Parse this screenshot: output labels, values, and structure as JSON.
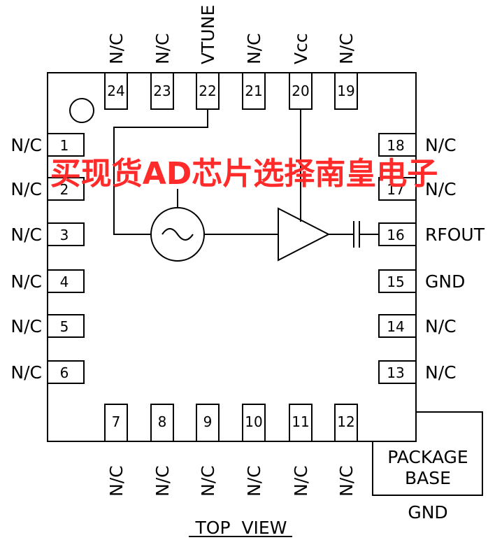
{
  "pins_top": [
    {
      "num": "24",
      "name": "N/C"
    },
    {
      "num": "23",
      "name": "N/C"
    },
    {
      "num": "22",
      "name": "VTUNE"
    },
    {
      "num": "21",
      "name": "N/C"
    },
    {
      "num": "20",
      "name": "Vcc"
    },
    {
      "num": "19",
      "name": "N/C"
    }
  ],
  "pins_left": [
    {
      "num": "1",
      "name": "N/C"
    },
    {
      "num": "2",
      "name": "N/C"
    },
    {
      "num": "3",
      "name": "N/C"
    },
    {
      "num": "4",
      "name": "N/C"
    },
    {
      "num": "5",
      "name": "N/C"
    },
    {
      "num": "6",
      "name": "N/C"
    }
  ],
  "pins_right": [
    {
      "num": "18",
      "name": "N/C"
    },
    {
      "num": "17",
      "name": "N/C"
    },
    {
      "num": "16",
      "name": "RFOUT"
    },
    {
      "num": "15",
      "name": "GND"
    },
    {
      "num": "14",
      "name": "N/C"
    },
    {
      "num": "13",
      "name": "N/C"
    }
  ],
  "pins_bottom": [
    {
      "num": "7",
      "name": "N/C"
    },
    {
      "num": "8",
      "name": "N/C"
    },
    {
      "num": "9",
      "name": "N/C"
    },
    {
      "num": "10",
      "name": "N/C"
    },
    {
      "num": "11",
      "name": "N/C"
    },
    {
      "num": "12",
      "name": "N/C"
    }
  ],
  "package_base": {
    "line1": "PACKAGE",
    "line2": "BASE",
    "gnd": "GND"
  },
  "view_label": "TOP  VIEW",
  "watermark": "买现货AD芯片选择南皇电子"
}
